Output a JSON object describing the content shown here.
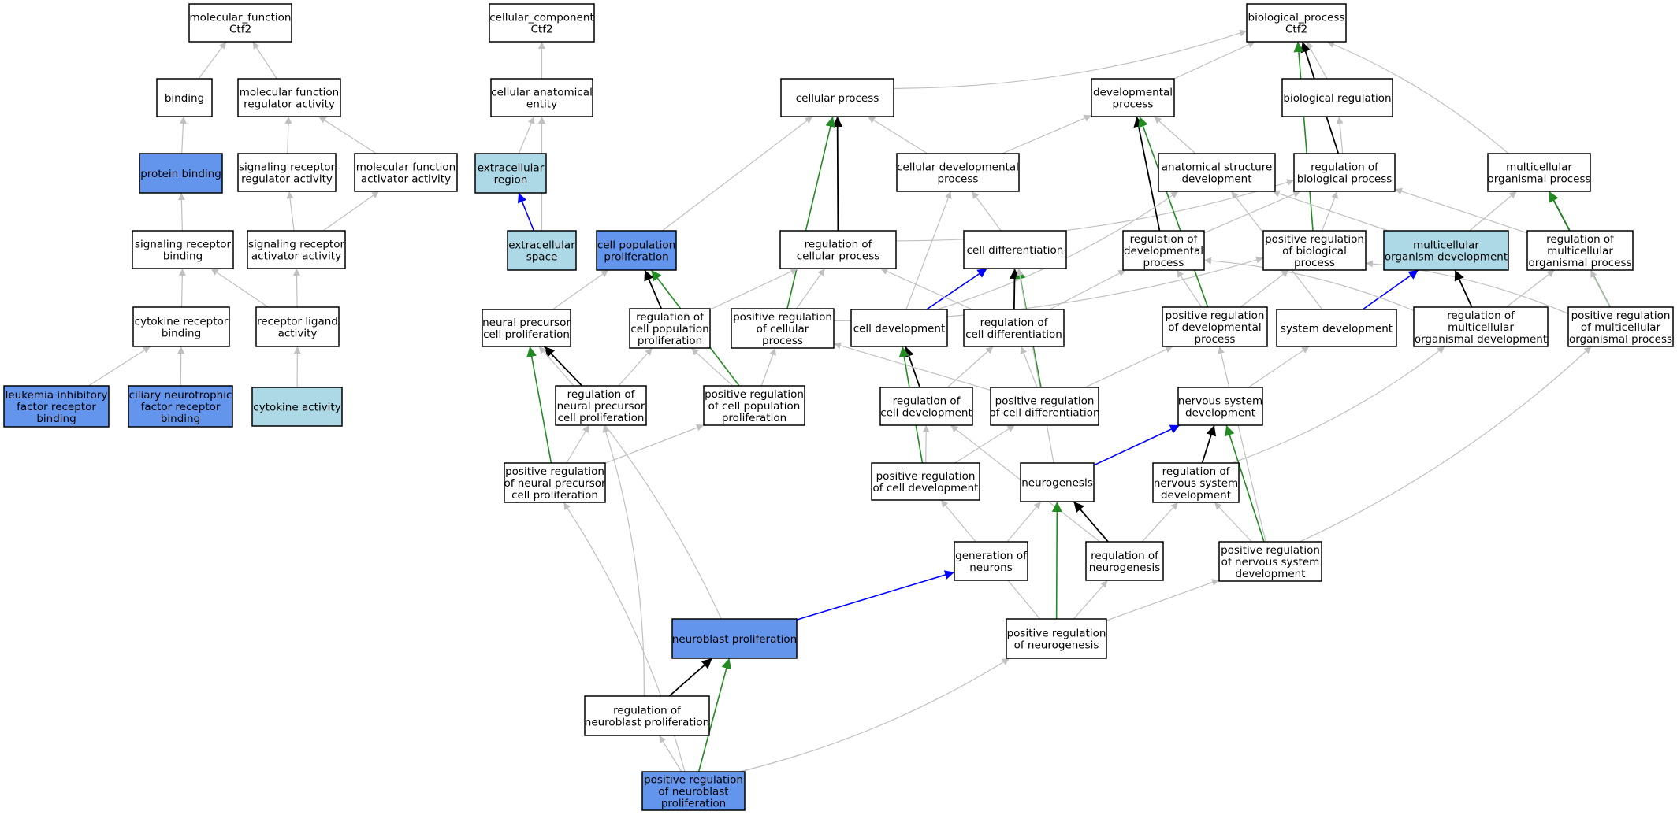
{
  "diagram": {
    "type": "go-term-graph",
    "colors": {
      "node_default": "#ffffff",
      "node_annotated": "#6495ed",
      "node_location": "#add8e6",
      "edge_is_a": "#c0c0c0",
      "edge_part_of": "#0000ff",
      "edge_regulates": "#000000",
      "edge_positively_regulates": "#228b22"
    },
    "nodes": [
      {
        "id": "mf",
        "lines": [
          "molecular_function",
          "Ctf2"
        ],
        "fill": "#ffffff"
      },
      {
        "id": "binding",
        "lines": [
          "binding"
        ],
        "fill": "#ffffff"
      },
      {
        "id": "mfreg",
        "lines": [
          "molecular function",
          "regulator activity"
        ],
        "fill": "#ffffff"
      },
      {
        "id": "protbind",
        "lines": [
          "protein binding"
        ],
        "fill": "#6495ed"
      },
      {
        "id": "sigregact",
        "lines": [
          "signaling receptor",
          "regulator activity"
        ],
        "fill": "#ffffff"
      },
      {
        "id": "mfact",
        "lines": [
          "molecular function",
          "activator activity"
        ],
        "fill": "#ffffff"
      },
      {
        "id": "sigrecbind",
        "lines": [
          "signaling receptor",
          "binding"
        ],
        "fill": "#ffffff"
      },
      {
        "id": "sigrecact",
        "lines": [
          "signaling receptor",
          "activator activity"
        ],
        "fill": "#ffffff"
      },
      {
        "id": "cytrecbind",
        "lines": [
          "cytokine receptor",
          "binding"
        ],
        "fill": "#ffffff"
      },
      {
        "id": "recligand",
        "lines": [
          "receptor ligand",
          "activity"
        ],
        "fill": "#ffffff"
      },
      {
        "id": "lif",
        "lines": [
          "leukemia inhibitory",
          "factor receptor",
          "binding"
        ],
        "fill": "#6495ed"
      },
      {
        "id": "cntf",
        "lines": [
          "ciliary neurotrophic",
          "factor receptor",
          "binding"
        ],
        "fill": "#6495ed"
      },
      {
        "id": "cytact",
        "lines": [
          "cytokine activity"
        ],
        "fill": "#add8e6"
      },
      {
        "id": "cc",
        "lines": [
          "cellular_component",
          "Ctf2"
        ],
        "fill": "#ffffff"
      },
      {
        "id": "cae",
        "lines": [
          "cellular anatomical",
          "entity"
        ],
        "fill": "#ffffff"
      },
      {
        "id": "extreg",
        "lines": [
          "extracellular",
          "region"
        ],
        "fill": "#add8e6"
      },
      {
        "id": "extspace",
        "lines": [
          "extracellular",
          "space"
        ],
        "fill": "#add8e6"
      },
      {
        "id": "bp",
        "lines": [
          "biological_process",
          "Ctf2"
        ],
        "fill": "#ffffff"
      },
      {
        "id": "cellproc",
        "lines": [
          "cellular process"
        ],
        "fill": "#ffffff"
      },
      {
        "id": "devproc",
        "lines": [
          "developmental",
          "process"
        ],
        "fill": "#ffffff"
      },
      {
        "id": "bioreg",
        "lines": [
          "biological regulation"
        ],
        "fill": "#ffffff"
      },
      {
        "id": "celldevproc",
        "lines": [
          "cellular developmental",
          "process"
        ],
        "fill": "#ffffff"
      },
      {
        "id": "anatdev",
        "lines": [
          "anatomical structure",
          "development"
        ],
        "fill": "#ffffff"
      },
      {
        "id": "regbp",
        "lines": [
          "regulation of",
          "biological process"
        ],
        "fill": "#ffffff"
      },
      {
        "id": "multiproc",
        "lines": [
          "multicellular",
          "organismal process"
        ],
        "fill": "#ffffff"
      },
      {
        "id": "cellpop",
        "lines": [
          "cell population",
          "proliferation"
        ],
        "fill": "#6495ed"
      },
      {
        "id": "regcellproc",
        "lines": [
          "regulation of",
          "cellular process"
        ],
        "fill": "#ffffff"
      },
      {
        "id": "celldiff",
        "lines": [
          "cell differentiation"
        ],
        "fill": "#ffffff"
      },
      {
        "id": "regdevproc",
        "lines": [
          "regulation of",
          "developmental",
          "process"
        ],
        "fill": "#ffffff"
      },
      {
        "id": "posregbp",
        "lines": [
          "positive regulation",
          "of biological",
          "process"
        ],
        "fill": "#ffffff"
      },
      {
        "id": "multidev",
        "lines": [
          "multicellular",
          "organism development"
        ],
        "fill": "#add8e6"
      },
      {
        "id": "regmultiproc",
        "lines": [
          "regulation of",
          "multicellular",
          "organismal process"
        ],
        "fill": "#ffffff"
      },
      {
        "id": "npcprolif",
        "lines": [
          "neural precursor",
          "cell proliferation"
        ],
        "fill": "#ffffff"
      },
      {
        "id": "regcellpop",
        "lines": [
          "regulation of",
          "cell population",
          "proliferation"
        ],
        "fill": "#ffffff"
      },
      {
        "id": "posregcellproc",
        "lines": [
          "positive regulation",
          "of cellular",
          "process"
        ],
        "fill": "#ffffff"
      },
      {
        "id": "celldev",
        "lines": [
          "cell development"
        ],
        "fill": "#ffffff"
      },
      {
        "id": "regcelldiff",
        "lines": [
          "regulation of",
          "cell differentiation"
        ],
        "fill": "#ffffff"
      },
      {
        "id": "posregdevproc",
        "lines": [
          "positive regulation",
          "of developmental",
          "process"
        ],
        "fill": "#ffffff"
      },
      {
        "id": "sysdev",
        "lines": [
          "system development"
        ],
        "fill": "#ffffff"
      },
      {
        "id": "regmultidev",
        "lines": [
          "regulation of",
          "multicellular",
          "organismal development"
        ],
        "fill": "#ffffff"
      },
      {
        "id": "posregmultiproc",
        "lines": [
          "positive regulation",
          "of multicellular",
          "organismal process"
        ],
        "fill": "#ffffff"
      },
      {
        "id": "regnpc",
        "lines": [
          "regulation of",
          "neural precursor",
          "cell proliferation"
        ],
        "fill": "#ffffff"
      },
      {
        "id": "posregcellpop",
        "lines": [
          "positive regulation",
          "of cell population",
          "proliferation"
        ],
        "fill": "#ffffff"
      },
      {
        "id": "regcelldev",
        "lines": [
          "regulation of",
          "cell development"
        ],
        "fill": "#ffffff"
      },
      {
        "id": "posregcelldiff",
        "lines": [
          "positive regulation",
          "of cell differentiation"
        ],
        "fill": "#ffffff"
      },
      {
        "id": "nsdev",
        "lines": [
          "nervous system",
          "development"
        ],
        "fill": "#ffffff"
      },
      {
        "id": "posregnpc",
        "lines": [
          "positive regulation",
          "of neural precursor",
          "cell proliferation"
        ],
        "fill": "#ffffff"
      },
      {
        "id": "posregcelldev",
        "lines": [
          "positive regulation",
          "of cell development"
        ],
        "fill": "#ffffff"
      },
      {
        "id": "neurogenesis",
        "lines": [
          "neurogenesis"
        ],
        "fill": "#ffffff"
      },
      {
        "id": "regnsdev",
        "lines": [
          "regulation of",
          "nervous system",
          "development"
        ],
        "fill": "#ffffff"
      },
      {
        "id": "genneurons",
        "lines": [
          "generation of",
          "neurons"
        ],
        "fill": "#ffffff"
      },
      {
        "id": "regneurogen",
        "lines": [
          "regulation of",
          "neurogenesis"
        ],
        "fill": "#ffffff"
      },
      {
        "id": "posregnsdev",
        "lines": [
          "positive regulation",
          "of nervous system",
          "development"
        ],
        "fill": "#ffffff"
      },
      {
        "id": "nbprolif",
        "lines": [
          "neuroblast proliferation"
        ],
        "fill": "#6495ed"
      },
      {
        "id": "posregneurogen",
        "lines": [
          "positive regulation",
          "of neurogenesis"
        ],
        "fill": "#ffffff"
      },
      {
        "id": "regnb",
        "lines": [
          "regulation of",
          "neuroblast proliferation"
        ],
        "fill": "#ffffff"
      },
      {
        "id": "posregnb",
        "lines": [
          "positive regulation",
          "of neuroblast",
          "proliferation"
        ],
        "fill": "#6495ed"
      }
    ],
    "edges": [
      {
        "from": "binding",
        "to": "mf",
        "type": "is_a"
      },
      {
        "from": "mfreg",
        "to": "mf",
        "type": "is_a"
      },
      {
        "from": "protbind",
        "to": "binding",
        "type": "is_a"
      },
      {
        "from": "sigregact",
        "to": "mfreg",
        "type": "is_a"
      },
      {
        "from": "mfact",
        "to": "mfreg",
        "type": "is_a"
      },
      {
        "from": "sigrecbind",
        "to": "protbind",
        "type": "is_a"
      },
      {
        "from": "sigrecact",
        "to": "sigregact",
        "type": "is_a"
      },
      {
        "from": "sigrecact",
        "to": "mfact",
        "type": "is_a"
      },
      {
        "from": "cytrecbind",
        "to": "sigrecbind",
        "type": "is_a"
      },
      {
        "from": "recligand",
        "to": "sigrecbind",
        "type": "is_a"
      },
      {
        "from": "recligand",
        "to": "sigrecact",
        "type": "is_a"
      },
      {
        "from": "lif",
        "to": "cytrecbind",
        "type": "is_a"
      },
      {
        "from": "cntf",
        "to": "cytrecbind",
        "type": "is_a"
      },
      {
        "from": "cytact",
        "to": "recligand",
        "type": "is_a"
      },
      {
        "from": "cae",
        "to": "cc",
        "type": "is_a"
      },
      {
        "from": "extreg",
        "to": "cae",
        "type": "is_a"
      },
      {
        "from": "extspace",
        "to": "cae",
        "type": "is_a"
      },
      {
        "from": "extspace",
        "to": "extreg",
        "type": "part_of"
      },
      {
        "from": "cellproc",
        "to": "bp",
        "type": "is_a"
      },
      {
        "from": "devproc",
        "to": "bp",
        "type": "is_a"
      },
      {
        "from": "bioreg",
        "to": "bp",
        "type": "is_a"
      },
      {
        "from": "multiproc",
        "to": "bp",
        "type": "is_a"
      },
      {
        "from": "regbp",
        "to": "bp",
        "type": "regulates"
      },
      {
        "from": "posregbp",
        "to": "bp",
        "type": "positively_regulates"
      },
      {
        "from": "regbp",
        "to": "bioreg",
        "type": "is_a"
      },
      {
        "from": "celldevproc",
        "to": "cellproc",
        "type": "is_a"
      },
      {
        "from": "celldevproc",
        "to": "devproc",
        "type": "is_a"
      },
      {
        "from": "anatdev",
        "to": "devproc",
        "type": "is_a"
      },
      {
        "from": "cellpop",
        "to": "cellproc",
        "type": "is_a"
      },
      {
        "from": "regcellproc",
        "to": "cellproc",
        "type": "regulates"
      },
      {
        "from": "posregcellproc",
        "to": "cellproc",
        "type": "positively_regulates"
      },
      {
        "from": "regcellproc",
        "to": "regbp",
        "type": "is_a"
      },
      {
        "from": "celldiff",
        "to": "celldevproc",
        "type": "is_a"
      },
      {
        "from": "regdevproc",
        "to": "devproc",
        "type": "regulates"
      },
      {
        "from": "regdevproc",
        "to": "regbp",
        "type": "is_a"
      },
      {
        "from": "posregbp",
        "to": "regbp",
        "type": "is_a"
      },
      {
        "from": "multidev",
        "to": "anatdev",
        "type": "is_a"
      },
      {
        "from": "multidev",
        "to": "multiproc",
        "type": "is_a"
      },
      {
        "from": "regmultiproc",
        "to": "multiproc",
        "type": "regulates"
      },
      {
        "from": "regmultiproc",
        "to": "regbp",
        "type": "is_a"
      },
      {
        "from": "posregmultiproc",
        "to": "multiproc",
        "type": "positively_regulates"
      },
      {
        "from": "posregmultiproc",
        "to": "regmultiproc",
        "type": "is_a"
      },
      {
        "from": "posregmultiproc",
        "to": "posregbp",
        "type": "is_a"
      },
      {
        "from": "npcprolif",
        "to": "cellpop",
        "type": "is_a"
      },
      {
        "from": "regcellpop",
        "to": "cellpop",
        "type": "regulates"
      },
      {
        "from": "regcellpop",
        "to": "regcellproc",
        "type": "is_a"
      },
      {
        "from": "posregcellproc",
        "to": "regcellproc",
        "type": "is_a"
      },
      {
        "from": "posregcellproc",
        "to": "posregbp",
        "type": "is_a"
      },
      {
        "from": "celldev",
        "to": "celldevproc",
        "type": "is_a"
      },
      {
        "from": "celldev",
        "to": "anatdev",
        "type": "is_a"
      },
      {
        "from": "celldev",
        "to": "celldiff",
        "type": "part_of"
      },
      {
        "from": "regcelldiff",
        "to": "celldiff",
        "type": "regulates"
      },
      {
        "from": "regcelldiff",
        "to": "regcellproc",
        "type": "is_a"
      },
      {
        "from": "regcelldiff",
        "to": "regdevproc",
        "type": "is_a"
      },
      {
        "from": "posregdevproc",
        "to": "devproc",
        "type": "positively_regulates"
      },
      {
        "from": "posregdevproc",
        "to": "regdevproc",
        "type": "is_a"
      },
      {
        "from": "posregdevproc",
        "to": "posregbp",
        "type": "is_a"
      },
      {
        "from": "sysdev",
        "to": "anatdev",
        "type": "is_a"
      },
      {
        "from": "sysdev",
        "to": "multidev",
        "type": "part_of"
      },
      {
        "from": "regmultidev",
        "to": "multidev",
        "type": "regulates"
      },
      {
        "from": "regmultidev",
        "to": "regdevproc",
        "type": "is_a"
      },
      {
        "from": "regmultidev",
        "to": "regmultiproc",
        "type": "is_a"
      },
      {
        "from": "regnpc",
        "to": "npcprolif",
        "type": "regulates"
      },
      {
        "from": "regnpc",
        "to": "regcellpop",
        "type": "is_a"
      },
      {
        "from": "posregcellpop",
        "to": "cellpop",
        "type": "positively_regulates"
      },
      {
        "from": "posregcellpop",
        "to": "regcellpop",
        "type": "is_a"
      },
      {
        "from": "posregcellpop",
        "to": "posregcellproc",
        "type": "is_a"
      },
      {
        "from": "regcelldev",
        "to": "celldev",
        "type": "regulates"
      },
      {
        "from": "regcelldev",
        "to": "regcelldiff",
        "type": "is_a"
      },
      {
        "from": "posregcelldiff",
        "to": "celldiff",
        "type": "positively_regulates"
      },
      {
        "from": "posregcelldiff",
        "to": "regcelldiff",
        "type": "is_a"
      },
      {
        "from": "posregcelldiff",
        "to": "posregcellproc",
        "type": "is_a"
      },
      {
        "from": "posregcelldiff",
        "to": "posregdevproc",
        "type": "is_a"
      },
      {
        "from": "nsdev",
        "to": "sysdev",
        "type": "is_a"
      },
      {
        "from": "posregnpc",
        "to": "npcprolif",
        "type": "positively_regulates"
      },
      {
        "from": "posregnpc",
        "to": "regnpc",
        "type": "is_a"
      },
      {
        "from": "posregnpc",
        "to": "posregcellpop",
        "type": "is_a"
      },
      {
        "from": "posregcelldev",
        "to": "celldev",
        "type": "positively_regulates"
      },
      {
        "from": "posregcelldev",
        "to": "regcelldev",
        "type": "is_a"
      },
      {
        "from": "posregcelldev",
        "to": "posregcelldiff",
        "type": "is_a"
      },
      {
        "from": "neurogenesis",
        "to": "nsdev",
        "type": "part_of"
      },
      {
        "from": "neurogenesis",
        "to": "celldiff",
        "type": "is_a"
      },
      {
        "from": "regnsdev",
        "to": "nsdev",
        "type": "regulates"
      },
      {
        "from": "regnsdev",
        "to": "regmultidev",
        "type": "is_a"
      },
      {
        "from": "genneurons",
        "to": "neurogenesis",
        "type": "is_a"
      },
      {
        "from": "regneurogen",
        "to": "neurogenesis",
        "type": "regulates"
      },
      {
        "from": "regneurogen",
        "to": "regnsdev",
        "type": "is_a"
      },
      {
        "from": "regneurogen",
        "to": "regcelldev",
        "type": "is_a"
      },
      {
        "from": "posregnsdev",
        "to": "nsdev",
        "type": "positively_regulates"
      },
      {
        "from": "posregnsdev",
        "to": "regnsdev",
        "type": "is_a"
      },
      {
        "from": "posregnsdev",
        "to": "posregdevproc",
        "type": "is_a"
      },
      {
        "from": "posregnsdev",
        "to": "posregmultiproc",
        "type": "is_a"
      },
      {
        "from": "nbprolif",
        "to": "genneurons",
        "type": "part_of"
      },
      {
        "from": "nbprolif",
        "to": "npcprolif",
        "type": "is_a"
      },
      {
        "from": "posregneurogen",
        "to": "neurogenesis",
        "type": "positively_regulates"
      },
      {
        "from": "posregneurogen",
        "to": "regneurogen",
        "type": "is_a"
      },
      {
        "from": "posregneurogen",
        "to": "posregnsdev",
        "type": "is_a"
      },
      {
        "from": "posregneurogen",
        "to": "posregcelldev",
        "type": "is_a"
      },
      {
        "from": "regnb",
        "to": "nbprolif",
        "type": "regulates"
      },
      {
        "from": "regnb",
        "to": "regnpc",
        "type": "is_a"
      },
      {
        "from": "posregnb",
        "to": "nbprolif",
        "type": "positively_regulates"
      },
      {
        "from": "posregnb",
        "to": "regnb",
        "type": "is_a"
      },
      {
        "from": "posregnb",
        "to": "posregnpc",
        "type": "is_a"
      },
      {
        "from": "posregnb",
        "to": "posregneurogen",
        "type": "is_a"
      }
    ]
  }
}
